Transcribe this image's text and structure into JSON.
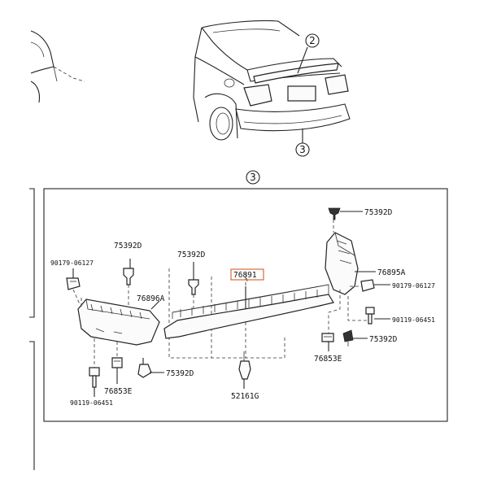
{
  "callouts": {
    "c2": "2",
    "c3_top": "3",
    "c3_section": "3"
  },
  "parts": {
    "p_75392D_top_right": "75392D",
    "p_75392D_left": "75392D",
    "p_75392D_center": "75392D",
    "p_90179_left": "90179-06127",
    "p_76896A": "76896A",
    "p_76891": "76891",
    "p_76895A": "76895A",
    "p_90179_right": "90179-06127",
    "p_90119_right": "90119-06451",
    "p_75392D_right_low": "75392D",
    "p_76853E_right": "76853E",
    "p_75392D_bottom": "75392D",
    "p_76853E_left": "76853E",
    "p_90119_left": "90119-06451",
    "p_52161G": "52161G"
  },
  "colors": {
    "line": "#222222",
    "highlight": "#d9480f",
    "background": "#ffffff"
  }
}
